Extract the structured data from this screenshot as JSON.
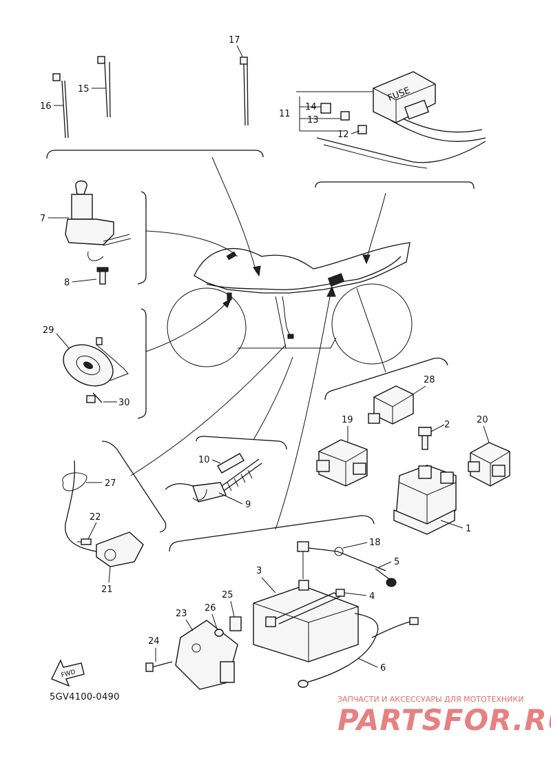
{
  "diagram": {
    "code": "5GV4100-0490",
    "fwd_label": "FWD",
    "fuse_label": "FUSE",
    "callouts": [
      "1",
      "2",
      "3",
      "4",
      "5",
      "6",
      "7",
      "8",
      "9",
      "10",
      "11",
      "12",
      "13",
      "14",
      "15",
      "16",
      "17",
      "18",
      "19",
      "20",
      "21",
      "22",
      "23",
      "24",
      "25",
      "26",
      "27",
      "28",
      "29",
      "30"
    ]
  },
  "watermark": {
    "tagline": "ЗАПЧАСТИ И АКСЕССУАРЫ ДЛЯ МОТОТЕХНИКИ",
    "brand": "PARTSFOR.RU"
  }
}
